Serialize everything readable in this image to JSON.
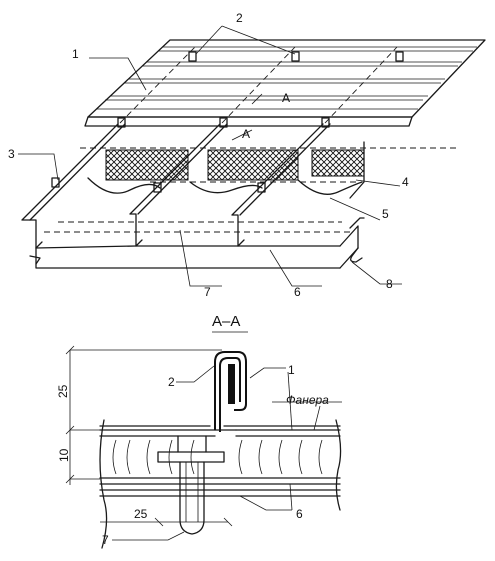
{
  "figure": {
    "top_view": {
      "labels": {
        "n1": "1",
        "n2": "2",
        "n3": "3",
        "n4": "4",
        "n5": "5",
        "n6": "6",
        "n7": "7",
        "n8": "8",
        "cut_a_upper": "A",
        "cut_a_lower": "A"
      }
    },
    "section": {
      "title": "А–А",
      "dim_25_top": "25",
      "dim_10": "10",
      "dim_25_bottom": "25",
      "material": "Фанера",
      "labels": {
        "n1": "1",
        "n2": "2",
        "n6": "6",
        "n7": "7"
      }
    }
  }
}
